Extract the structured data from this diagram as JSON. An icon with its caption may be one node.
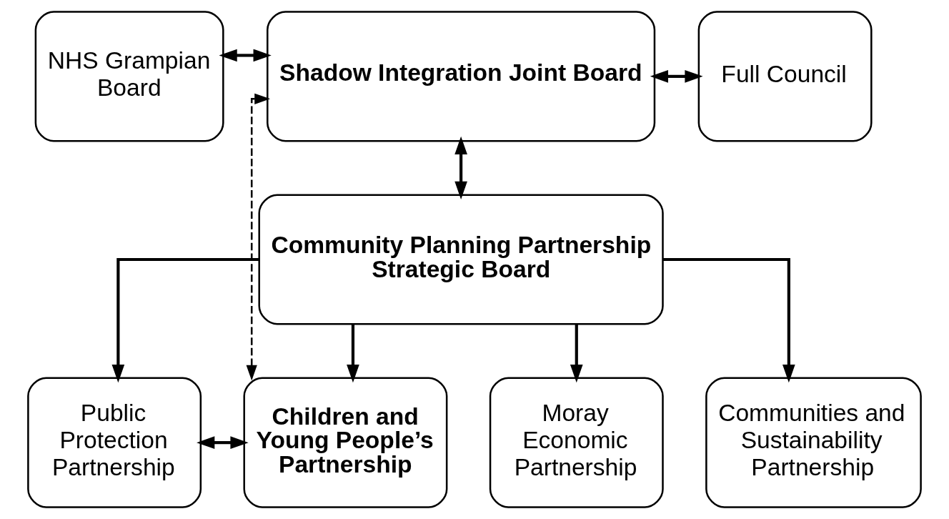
{
  "diagram": {
    "nodes": [
      {
        "text": [
          "NHS Grampian Board"
        ]
      },
      {
        "text": [
          "Shadow Integration Joint Board"
        ]
      },
      {
        "text": [
          "Full Council"
        ]
      },
      {
        "text": [
          "Community Planning Partnership Strategic Board"
        ]
      },
      {
        "text": [
          "Public Protection Partnership"
        ]
      },
      {
        "text": [
          "Children and Young People’s Partnership"
        ]
      },
      {
        "text": [
          "Moray Economic Partnership"
        ]
      },
      {
        "text": [
          "Communities and Sustainability Partnership"
        ]
      }
    ],
    "edges": [
      {
        "from": 0,
        "to": 1,
        "arrow": "both"
      },
      {
        "from": 1,
        "to": 2,
        "arrow": "both"
      },
      {
        "from": 1,
        "to": 3,
        "arrow": "both"
      },
      {
        "from": 3,
        "to": 4,
        "arrow": "to"
      },
      {
        "from": 3,
        "to": 5,
        "arrow": "to"
      },
      {
        "from": 3,
        "to": 6,
        "arrow": "to"
      },
      {
        "from": 3,
        "to": 7,
        "arrow": "to"
      },
      {
        "from": 4,
        "to": 5,
        "arrow": "both"
      },
      {
        "from": 5,
        "to": 1,
        "arrow": "both",
        "style": "dashed"
      }
    ]
  }
}
